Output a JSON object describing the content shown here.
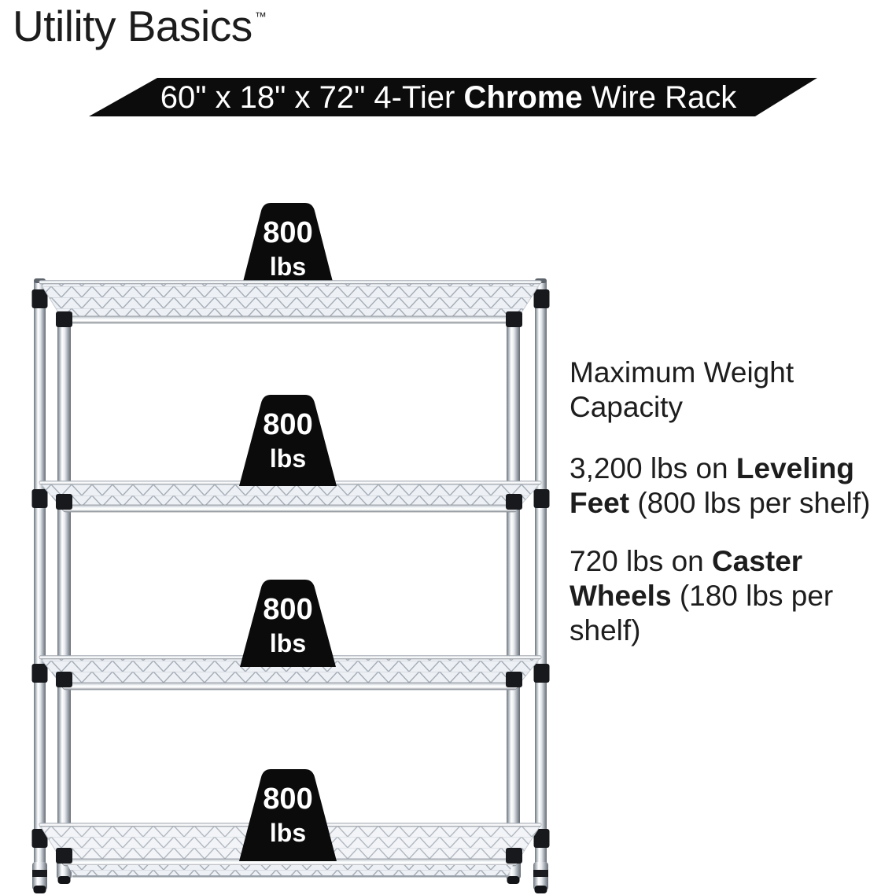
{
  "brand": {
    "name": "Utility Basics",
    "trademark": "™"
  },
  "banner": {
    "text_prefix": "60\" x 18\" x 72\" 4-Tier ",
    "text_bold": "Chrome",
    "text_suffix": " Wire Rack"
  },
  "rack": {
    "badges": [
      {
        "value": "800",
        "unit": "lbs"
      },
      {
        "value": "800",
        "unit": "lbs"
      },
      {
        "value": "800",
        "unit": "lbs"
      },
      {
        "value": "800",
        "unit": "lbs"
      }
    ]
  },
  "info_panel": {
    "heading": "Maximum Weight Capacity",
    "specs": [
      {
        "prefix": "3,200 lbs on ",
        "emphasis": "Leveling Feet",
        "suffix": " (800 lbs per shelf)"
      },
      {
        "prefix": "720 lbs on ",
        "emphasis": "Caster Wheels",
        "suffix": " (180 lbs per shelf)"
      }
    ]
  },
  "colors": {
    "banner_bg": "#0c0c0c",
    "banner_text": "#ffffff",
    "badge_bg": "#0b0b0c",
    "badge_text": "#ffffff",
    "body_text": "#1d1d1d",
    "chrome_light": "#f6f8fa",
    "chrome_dark": "#6f757d"
  }
}
